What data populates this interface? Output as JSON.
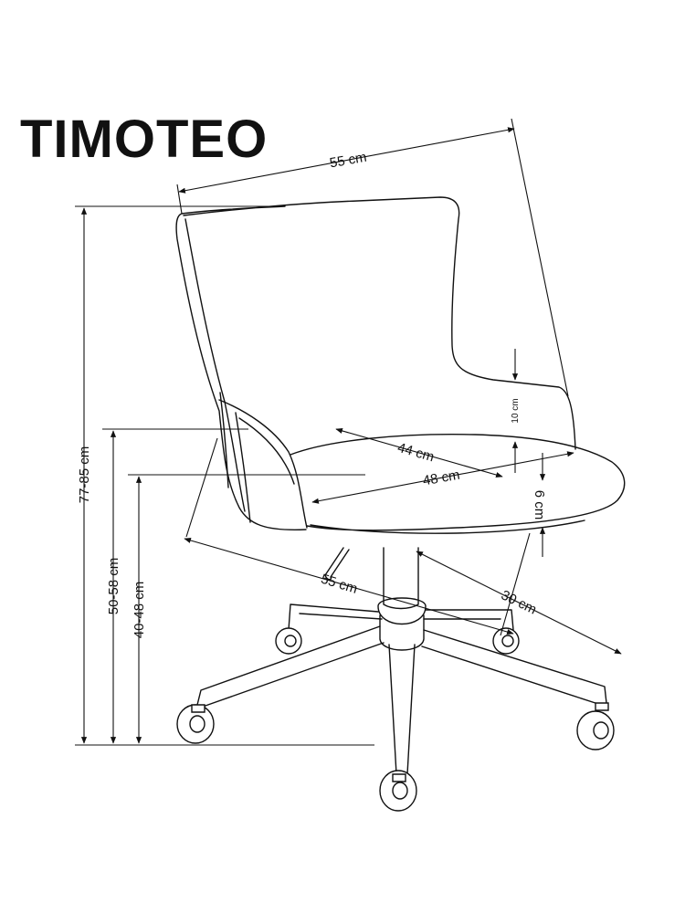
{
  "product": {
    "name": "TIMOTEO"
  },
  "dimensions": {
    "overall_width": "55 cm",
    "total_height": "77-85 cm",
    "armrest_height": "50-58 cm",
    "seat_height": "40-48 cm",
    "seat_width": "44 cm",
    "seat_depth": "48 cm",
    "backrest_gap": "10 cm",
    "seat_thickness": "6 cm",
    "base_diameter": "55 cm",
    "base_depth": "30 cm"
  }
}
